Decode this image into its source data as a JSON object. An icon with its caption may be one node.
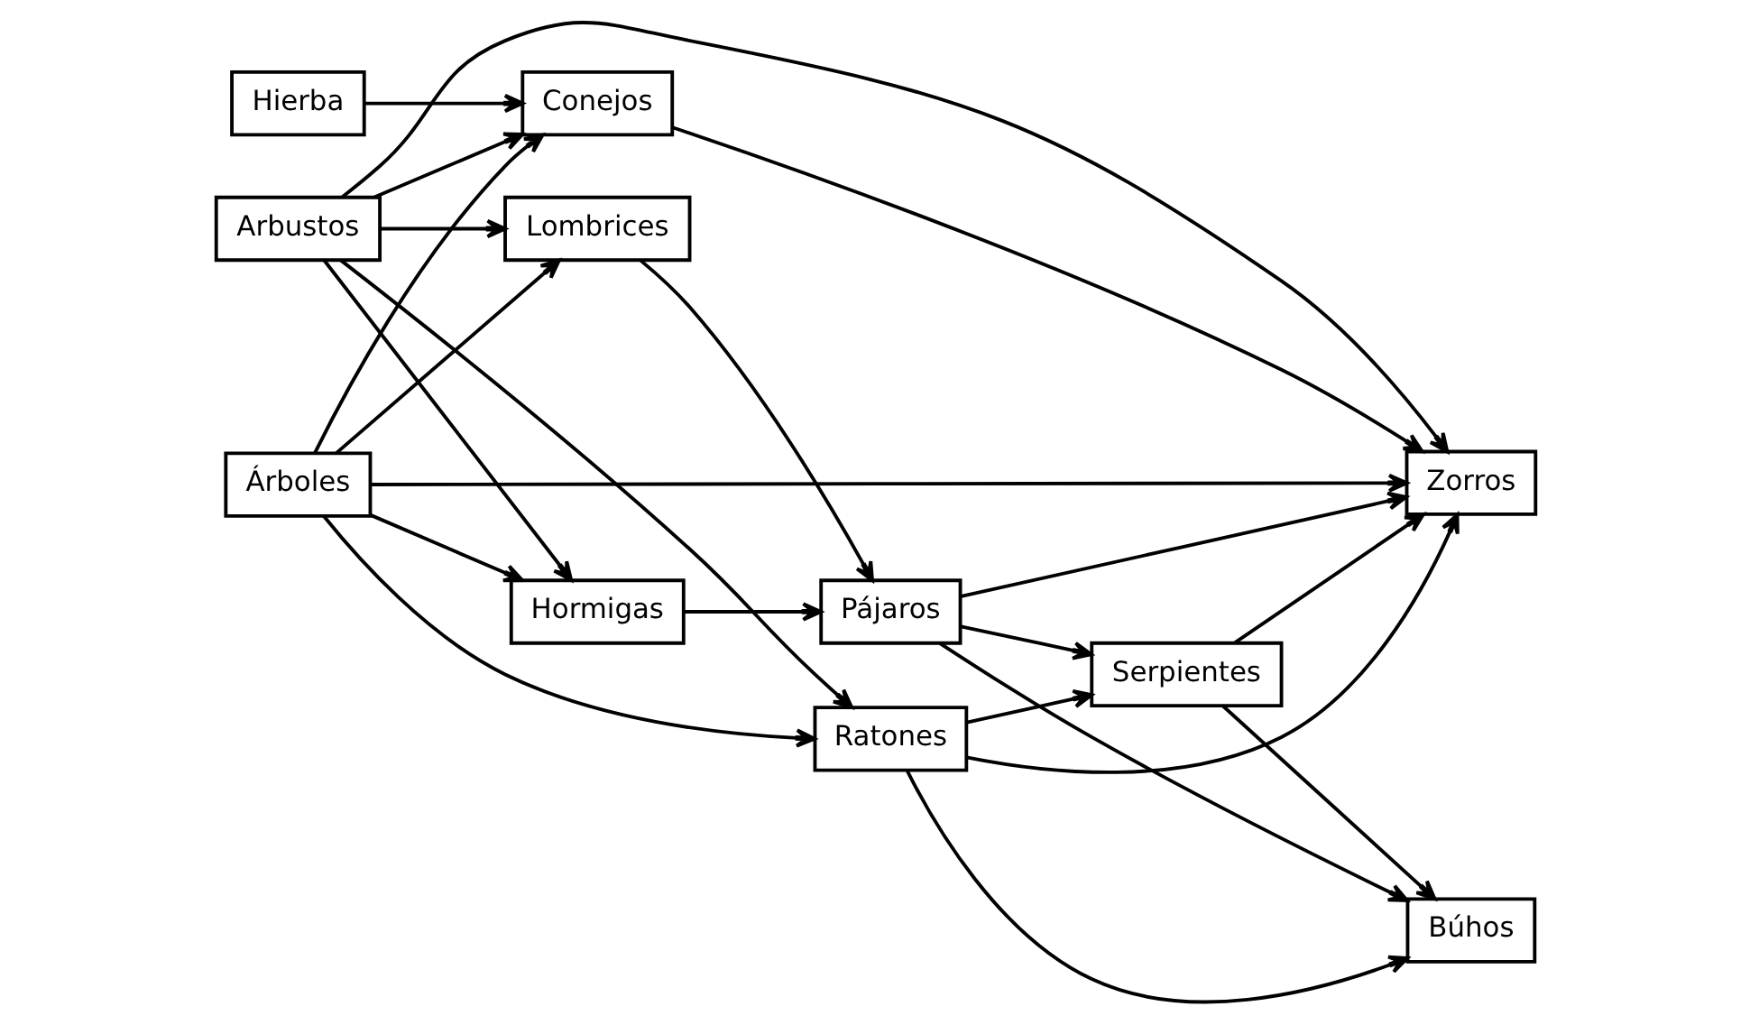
{
  "diagram": {
    "nodes": [
      {
        "text": [
          "Hierba"
        ]
      },
      {
        "text": [
          "Arbustos"
        ]
      },
      {
        "text": [
          "Árboles"
        ]
      },
      {
        "text": [
          "Conejos"
        ]
      },
      {
        "text": [
          "Hormigas"
        ]
      },
      {
        "text": [
          "Ratones"
        ]
      },
      {
        "text": [
          "Lombrices"
        ]
      },
      {
        "text": [
          "Pájaros"
        ]
      },
      {
        "text": [
          "Zorros"
        ]
      },
      {
        "text": [
          "Búhos"
        ]
      },
      {
        "text": [
          "Serpientes"
        ]
      }
    ],
    "edges": [
      {
        "from": 0,
        "to": 3,
        "arrow": "to"
      },
      {
        "from": 1,
        "to": 3,
        "arrow": "to"
      },
      {
        "from": 1,
        "to": 4,
        "arrow": "to"
      },
      {
        "from": 1,
        "to": 8,
        "arrow": "to"
      },
      {
        "from": 1,
        "to": 5,
        "arrow": "to"
      },
      {
        "from": 1,
        "to": 6,
        "arrow": "to"
      },
      {
        "from": 2,
        "to": 3,
        "arrow": "to"
      },
      {
        "from": 2,
        "to": 4,
        "arrow": "to"
      },
      {
        "from": 2,
        "to": 8,
        "arrow": "to"
      },
      {
        "from": 2,
        "to": 5,
        "arrow": "to"
      },
      {
        "from": 2,
        "to": 6,
        "arrow": "to"
      },
      {
        "from": 3,
        "to": 8,
        "arrow": "to"
      },
      {
        "from": 4,
        "to": 7,
        "arrow": "to"
      },
      {
        "from": 5,
        "to": 8,
        "arrow": "to"
      },
      {
        "from": 5,
        "to": 9,
        "arrow": "to"
      },
      {
        "from": 5,
        "to": 10,
        "arrow": "to"
      },
      {
        "from": 6,
        "to": 7,
        "arrow": "to"
      },
      {
        "from": 7,
        "to": 8,
        "arrow": "to"
      },
      {
        "from": 7,
        "to": 9,
        "arrow": "to"
      },
      {
        "from": 7,
        "to": 10,
        "arrow": "to"
      },
      {
        "from": 10,
        "to": 8,
        "arrow": "to"
      },
      {
        "from": 10,
        "to": 9,
        "arrow": "to"
      }
    ]
  }
}
